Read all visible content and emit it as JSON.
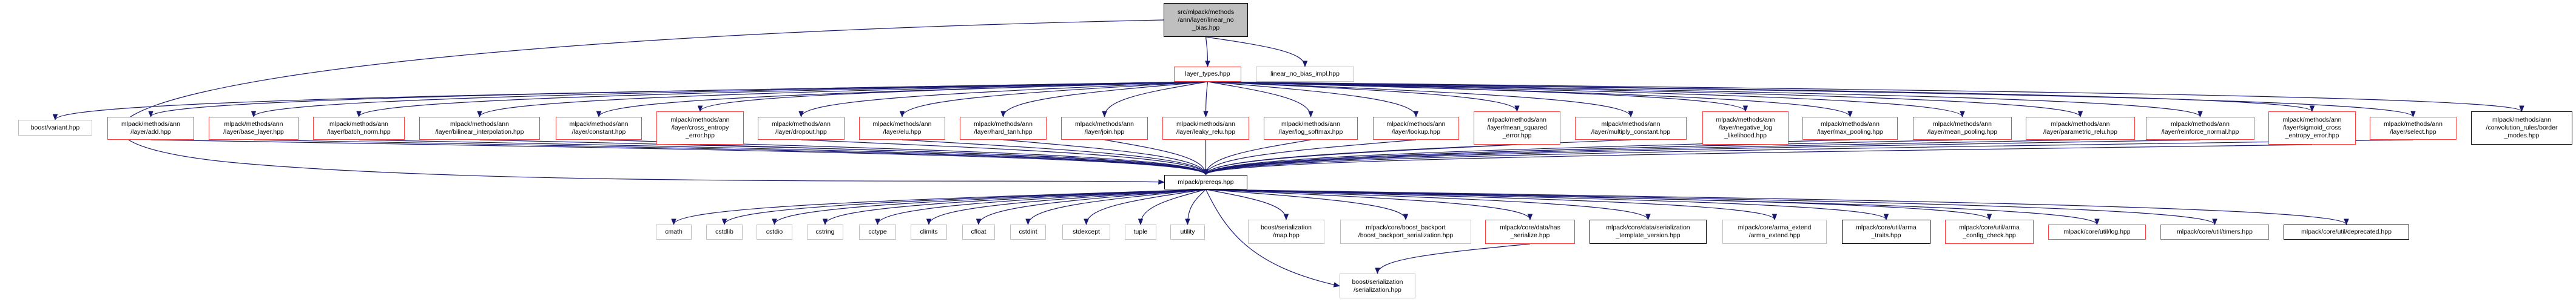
{
  "graph": {
    "edge_color": "#191970",
    "colors": {
      "root_fill": "#bfbfbf",
      "documented_border": "#ff4040",
      "external_border": "#bfbfbf",
      "plain_border": "#000000"
    },
    "nodes": [
      {
        "id": "root",
        "label": "src/mlpack/methods\n/ann/layer/linear_no\n_bias.hpp",
        "style": "root"
      },
      {
        "id": "layer_types",
        "label": "layer_types.hpp",
        "style": "red"
      },
      {
        "id": "impl",
        "label": "linear_no_bias_impl.hpp",
        "style": "gray"
      },
      {
        "id": "variant",
        "label": "boost/variant.hpp",
        "style": "gray"
      },
      {
        "id": "add",
        "label": "mlpack/methods/ann\n/layer/add.hpp",
        "style": "red"
      },
      {
        "id": "base_layer",
        "label": "mlpack/methods/ann\n/layer/base_layer.hpp",
        "style": "red"
      },
      {
        "id": "batch_norm",
        "label": "mlpack/methods/ann\n/layer/batch_norm.hpp",
        "style": "red"
      },
      {
        "id": "bilinear",
        "label": "mlpack/methods/ann\n/layer/bilinear_interpolation.hpp",
        "style": "red"
      },
      {
        "id": "constant",
        "label": "mlpack/methods/ann\n/layer/constant.hpp",
        "style": "red"
      },
      {
        "id": "cross_entropy",
        "label": "mlpack/methods/ann\n/layer/cross_entropy\n_error.hpp",
        "style": "red"
      },
      {
        "id": "dropout",
        "label": "mlpack/methods/ann\n/layer/dropout.hpp",
        "style": "red"
      },
      {
        "id": "elu",
        "label": "mlpack/methods/ann\n/layer/elu.hpp",
        "style": "red"
      },
      {
        "id": "hard_tanh",
        "label": "mlpack/methods/ann\n/layer/hard_tanh.hpp",
        "style": "red"
      },
      {
        "id": "join",
        "label": "mlpack/methods/ann\n/layer/join.hpp",
        "style": "red"
      },
      {
        "id": "leaky_relu",
        "label": "mlpack/methods/ann\n/layer/leaky_relu.hpp",
        "style": "red"
      },
      {
        "id": "log_softmax",
        "label": "mlpack/methods/ann\n/layer/log_softmax.hpp",
        "style": "red"
      },
      {
        "id": "lookup",
        "label": "mlpack/methods/ann\n/layer/lookup.hpp",
        "style": "red"
      },
      {
        "id": "mse",
        "label": "mlpack/methods/ann\n/layer/mean_squared\n_error.hpp",
        "style": "red"
      },
      {
        "id": "multiply_constant",
        "label": "mlpack/methods/ann\n/layer/multiply_constant.hpp",
        "style": "red"
      },
      {
        "id": "nll",
        "label": "mlpack/methods/ann\n/layer/negative_log\n_likelihood.hpp",
        "style": "red"
      },
      {
        "id": "max_pooling",
        "label": "mlpack/methods/ann\n/layer/max_pooling.hpp",
        "style": "red"
      },
      {
        "id": "mean_pooling",
        "label": "mlpack/methods/ann\n/layer/mean_pooling.hpp",
        "style": "red"
      },
      {
        "id": "parametric_relu",
        "label": "mlpack/methods/ann\n/layer/parametric_relu.hpp",
        "style": "red"
      },
      {
        "id": "reinforce_normal",
        "label": "mlpack/methods/ann\n/layer/reinforce_normal.hpp",
        "style": "red"
      },
      {
        "id": "sigmoid_ce",
        "label": "mlpack/methods/ann\n/layer/sigmoid_cross\n_entropy_error.hpp",
        "style": "red"
      },
      {
        "id": "select",
        "label": "mlpack/methods/ann\n/layer/select.hpp",
        "style": "red"
      },
      {
        "id": "border_modes",
        "label": "mlpack/methods/ann\n/convolution_rules/border\n_modes.hpp",
        "style": "black"
      },
      {
        "id": "prereqs",
        "label": "mlpack/prereqs.hpp",
        "style": "black"
      },
      {
        "id": "cmath",
        "label": "cmath",
        "style": "gray"
      },
      {
        "id": "cstdlib",
        "label": "cstdlib",
        "style": "gray"
      },
      {
        "id": "cstdio",
        "label": "cstdio",
        "style": "gray"
      },
      {
        "id": "cstring",
        "label": "cstring",
        "style": "gray"
      },
      {
        "id": "cctype",
        "label": "cctype",
        "style": "gray"
      },
      {
        "id": "climits",
        "label": "climits",
        "style": "gray"
      },
      {
        "id": "cfloat",
        "label": "cfloat",
        "style": "gray"
      },
      {
        "id": "cstdint",
        "label": "cstdint",
        "style": "gray"
      },
      {
        "id": "stdexcept",
        "label": "stdexcept",
        "style": "gray"
      },
      {
        "id": "tuple",
        "label": "tuple",
        "style": "gray"
      },
      {
        "id": "utility",
        "label": "utility",
        "style": "gray"
      },
      {
        "id": "map",
        "label": "boost/serialization\n/map.hpp",
        "style": "gray"
      },
      {
        "id": "backport",
        "label": "mlpack/core/boost_backport\n/boost_backport_serialization.hpp",
        "style": "gray"
      },
      {
        "id": "has_serialize",
        "label": "mlpack/core/data/has\n_serialize.hpp",
        "style": "red"
      },
      {
        "id": "template_version",
        "label": "mlpack/core/data/serialization\n_template_version.hpp",
        "style": "black"
      },
      {
        "id": "arma_extend",
        "label": "mlpack/core/arma_extend\n/arma_extend.hpp",
        "style": "gray"
      },
      {
        "id": "arma_traits",
        "label": "mlpack/core/util/arma\n_traits.hpp",
        "style": "black"
      },
      {
        "id": "arma_config_check",
        "label": "mlpack/core/util/arma\n_config_check.hpp",
        "style": "red"
      },
      {
        "id": "log",
        "label": "mlpack/core/util/log.hpp",
        "style": "red"
      },
      {
        "id": "timers",
        "label": "mlpack/core/util/timers.hpp",
        "style": "red"
      },
      {
        "id": "deprecated",
        "label": "mlpack/core/util/deprecated.hpp",
        "style": "black"
      },
      {
        "id": "serialization",
        "label": "boost/serialization\n/serialization.hpp",
        "style": "gray"
      }
    ],
    "edges": [
      [
        "root",
        "layer_types"
      ],
      [
        "root",
        "impl"
      ],
      [
        "root",
        "prereqs"
      ],
      [
        "layer_types",
        "variant"
      ],
      [
        "layer_types",
        "add"
      ],
      [
        "layer_types",
        "base_layer"
      ],
      [
        "layer_types",
        "batch_norm"
      ],
      [
        "layer_types",
        "bilinear"
      ],
      [
        "layer_types",
        "constant"
      ],
      [
        "layer_types",
        "cross_entropy"
      ],
      [
        "layer_types",
        "dropout"
      ],
      [
        "layer_types",
        "elu"
      ],
      [
        "layer_types",
        "hard_tanh"
      ],
      [
        "layer_types",
        "join"
      ],
      [
        "layer_types",
        "leaky_relu"
      ],
      [
        "layer_types",
        "log_softmax"
      ],
      [
        "layer_types",
        "lookup"
      ],
      [
        "layer_types",
        "mse"
      ],
      [
        "layer_types",
        "multiply_constant"
      ],
      [
        "layer_types",
        "nll"
      ],
      [
        "layer_types",
        "max_pooling"
      ],
      [
        "layer_types",
        "mean_pooling"
      ],
      [
        "layer_types",
        "parametric_relu"
      ],
      [
        "layer_types",
        "reinforce_normal"
      ],
      [
        "layer_types",
        "sigmoid_ce"
      ],
      [
        "layer_types",
        "select"
      ],
      [
        "layer_types",
        "border_modes"
      ],
      [
        "add",
        "prereqs"
      ],
      [
        "base_layer",
        "prereqs"
      ],
      [
        "batch_norm",
        "prereqs"
      ],
      [
        "bilinear",
        "prereqs"
      ],
      [
        "constant",
        "prereqs"
      ],
      [
        "cross_entropy",
        "prereqs"
      ],
      [
        "dropout",
        "prereqs"
      ],
      [
        "elu",
        "prereqs"
      ],
      [
        "hard_tanh",
        "prereqs"
      ],
      [
        "join",
        "prereqs"
      ],
      [
        "leaky_relu",
        "prereqs"
      ],
      [
        "log_softmax",
        "prereqs"
      ],
      [
        "lookup",
        "prereqs"
      ],
      [
        "mse",
        "prereqs"
      ],
      [
        "multiply_constant",
        "prereqs"
      ],
      [
        "nll",
        "prereqs"
      ],
      [
        "max_pooling",
        "prereqs"
      ],
      [
        "mean_pooling",
        "prereqs"
      ],
      [
        "parametric_relu",
        "prereqs"
      ],
      [
        "reinforce_normal",
        "prereqs"
      ],
      [
        "sigmoid_ce",
        "prereqs"
      ],
      [
        "select",
        "prereqs"
      ],
      [
        "prereqs",
        "cmath"
      ],
      [
        "prereqs",
        "cstdlib"
      ],
      [
        "prereqs",
        "cstdio"
      ],
      [
        "prereqs",
        "cstring"
      ],
      [
        "prereqs",
        "cctype"
      ],
      [
        "prereqs",
        "climits"
      ],
      [
        "prereqs",
        "cfloat"
      ],
      [
        "prereqs",
        "cstdint"
      ],
      [
        "prereqs",
        "stdexcept"
      ],
      [
        "prereqs",
        "tuple"
      ],
      [
        "prereqs",
        "utility"
      ],
      [
        "prereqs",
        "map"
      ],
      [
        "prereqs",
        "backport"
      ],
      [
        "prereqs",
        "has_serialize"
      ],
      [
        "prereqs",
        "template_version"
      ],
      [
        "prereqs",
        "arma_extend"
      ],
      [
        "prereqs",
        "arma_traits"
      ],
      [
        "prereqs",
        "arma_config_check"
      ],
      [
        "prereqs",
        "log"
      ],
      [
        "prereqs",
        "timers"
      ],
      [
        "prereqs",
        "deprecated"
      ],
      [
        "prereqs",
        "serialization"
      ],
      [
        "has_serialize",
        "serialization"
      ]
    ]
  }
}
